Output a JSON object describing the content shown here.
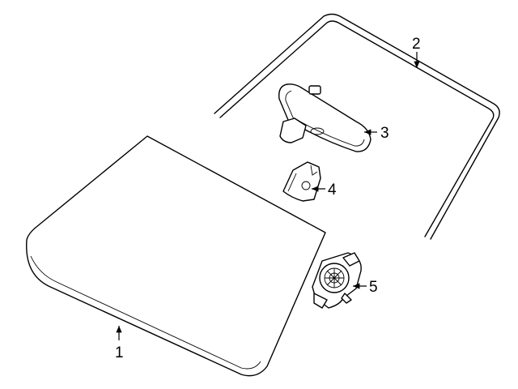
{
  "callouts": {
    "windshield": "1",
    "molding": "2",
    "mirror": "3",
    "bracket": "4",
    "sensor": "5"
  }
}
